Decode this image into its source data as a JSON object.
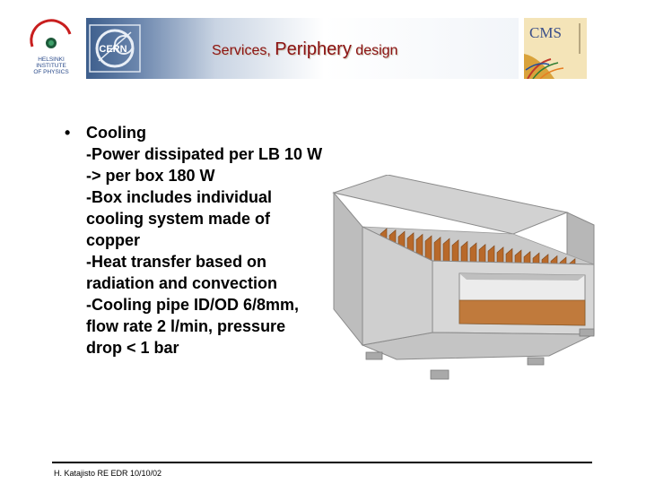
{
  "header": {
    "title_prefix": "Services, ",
    "title_emphasis": "Periphery",
    "title_suffix": " design",
    "left_logo_text": [
      "HELSINKI",
      "INSTITUTE",
      "OF PHYSICS"
    ],
    "cern_logo_text": "CERN",
    "cms_logo_text": "CMS"
  },
  "content": {
    "bullet": "Cooling",
    "lines": [
      "-Power dissipated per LB 10 W",
      "-> per box 180 W",
      "-Box includes individual",
      "cooling system made of",
      "copper",
      "-Heat transfer based on",
      "radiation and convection",
      "-Cooling pipe ID/OD 6/8mm,",
      "flow rate 2 l/min, pressure",
      "drop < 1 bar"
    ]
  },
  "footer": {
    "text": "H. Katajisto  RE EDR 10/10/02"
  },
  "colors": {
    "title": "#8b1111",
    "banner_blue": "#3d5e8c",
    "copper": "#b8692a"
  }
}
